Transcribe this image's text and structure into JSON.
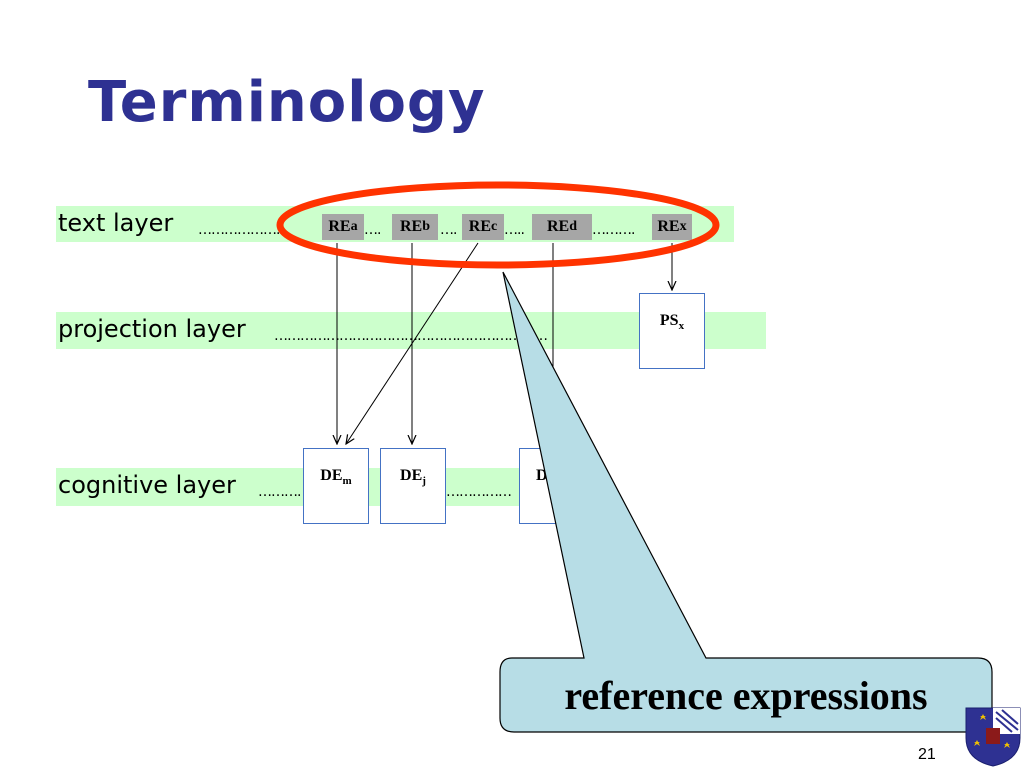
{
  "slide": {
    "title": "Terminology",
    "page_number": "21"
  },
  "layers": {
    "text": "text layer",
    "projection": "projection layer",
    "cognitive": "cognitive layer"
  },
  "dots": {
    "text_1": "………………..",
    "text_2": "….",
    "text_3": "….",
    "text_4": "…..",
    "text_5": "……….",
    "projection": "………………………………………………………",
    "cognitive_1": "……….",
    "cognitive_2": "……………"
  },
  "reference_expressions": [
    {
      "base": "RE",
      "sub": "a"
    },
    {
      "base": "RE",
      "sub": "b"
    },
    {
      "base": "RE",
      "sub": "c"
    },
    {
      "base": "RE",
      "sub": "d"
    },
    {
      "base": "RE",
      "sub": "x"
    }
  ],
  "projection_structures": [
    {
      "base": "PS",
      "sub": "x"
    }
  ],
  "discourse_entities": [
    {
      "base": "DE",
      "sub": "m"
    },
    {
      "base": "DE",
      "sub": "j"
    },
    {
      "base": "D",
      "sub": ""
    }
  ],
  "callout": {
    "text": "reference expressions"
  },
  "colors": {
    "title": "#2e3192",
    "band": "#ccffcc",
    "ellipse": "#ff3300",
    "callout_fill": "#b7dde6",
    "box_border": "#4472c4",
    "re_fill": "#a6a6a6"
  }
}
